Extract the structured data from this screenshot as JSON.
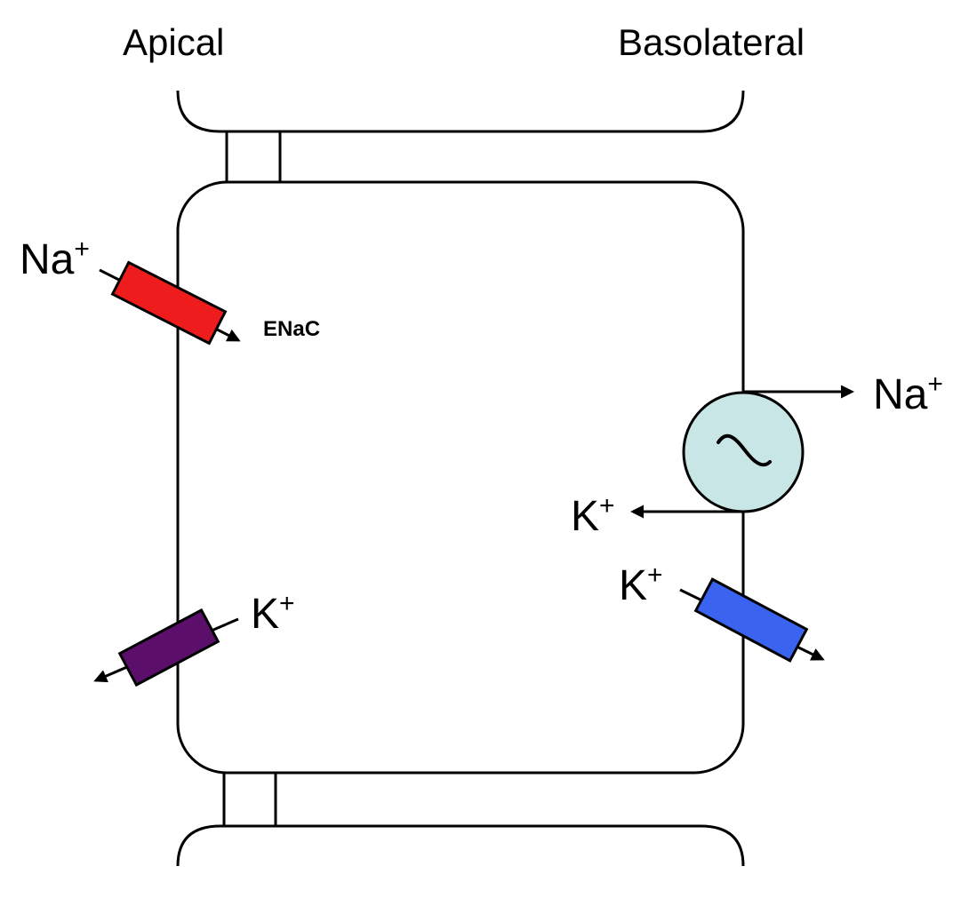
{
  "labels": {
    "apical": "Apical",
    "basolateral": "Basolateral",
    "enac": "ENaC"
  },
  "ions": {
    "na_apical": {
      "symbol": "Na",
      "charge": "+"
    },
    "na_basolateral": {
      "symbol": "Na",
      "charge": "+"
    },
    "k_apical": {
      "symbol": "K",
      "charge": "+"
    },
    "k_pump": {
      "symbol": "K",
      "charge": "+"
    },
    "k_basolateral": {
      "symbol": "K",
      "charge": "+"
    }
  },
  "colors": {
    "enac_channel": "#ee1c1c",
    "apical_k_channel": "#5b0f6a",
    "basolateral_k_channel": "#3a63f0",
    "pump": "#c8e6e6",
    "line": "#000000"
  }
}
